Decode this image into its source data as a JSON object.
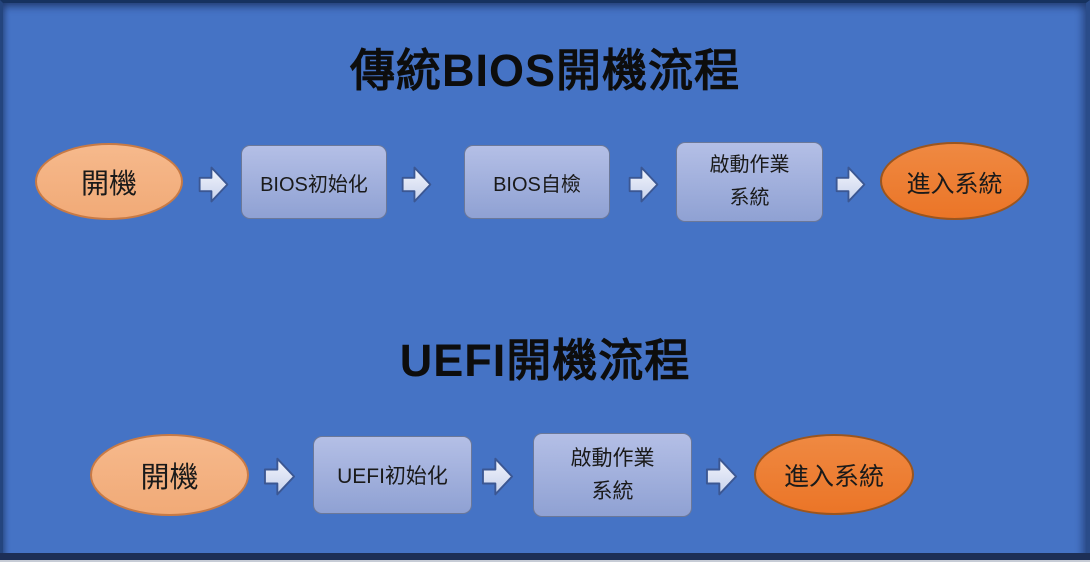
{
  "colors": {
    "background": "#4573C5",
    "frame_border": "#16325F",
    "title_color": "#0D0D0D",
    "start_ellipse_fill": "#F4B183",
    "start_ellipse_border": "#C87A45",
    "end_ellipse_fill": "#ED7D31",
    "end_ellipse_border": "#9B551E",
    "process_box_fill_top": "#B4BFE6",
    "process_box_fill_bottom": "#8FA1D3",
    "process_box_border": "#6B7899",
    "arrow_fill": "#E3EAF7",
    "arrow_border": "#3B5793"
  },
  "sections": [
    {
      "title": "傳統BIOS開機流程",
      "nodes": [
        {
          "kind": "start",
          "label": "開機"
        },
        {
          "kind": "process",
          "label": "BIOS初始化"
        },
        {
          "kind": "process",
          "label": "BIOS自檢"
        },
        {
          "kind": "process",
          "line1": "啟動作業",
          "line2": "系統"
        },
        {
          "kind": "end",
          "label": "進入系統"
        }
      ]
    },
    {
      "title": "UEFI開機流程",
      "nodes": [
        {
          "kind": "start",
          "label": "開機"
        },
        {
          "kind": "process",
          "label": "UEFI初始化"
        },
        {
          "kind": "process",
          "line1": "啟動作業",
          "line2": "系統"
        },
        {
          "kind": "end",
          "label": "進入系統"
        }
      ]
    }
  ]
}
